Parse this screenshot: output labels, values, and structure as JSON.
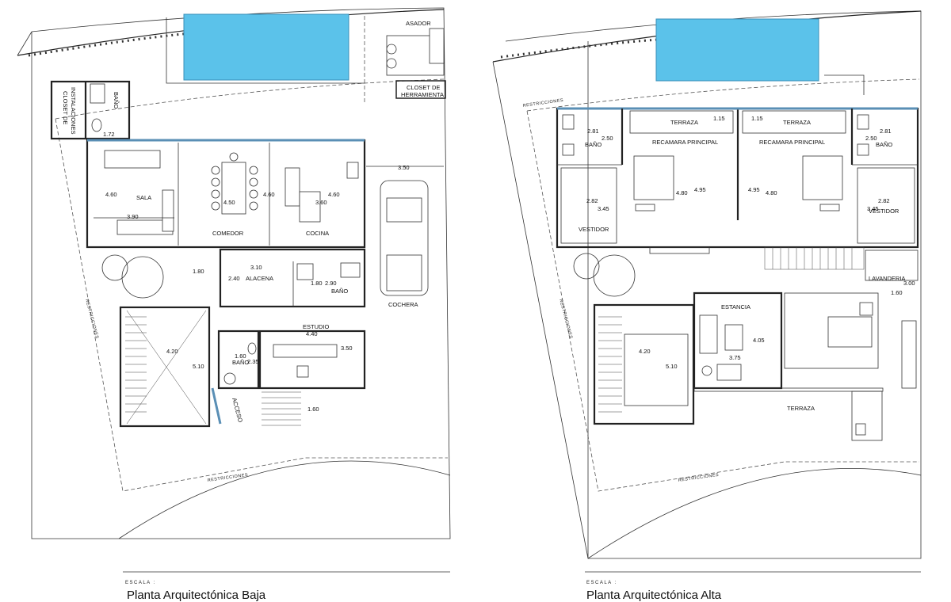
{
  "plans": [
    {
      "title": "Planta Arquitectónica Baja",
      "escala": "ESCALA :",
      "labels": {
        "asador": "ASADOR",
        "closet_herramienta_1": "CLOSET DE",
        "closet_herramienta_2": "HERRAMIENTA",
        "bano_top": "BAÑO",
        "closet_inst_1": "CLOSET DE",
        "closet_inst_2": "INSTALACIONES",
        "sala": "SALA",
        "comedor": "COMEDOR",
        "cocina": "COCINA",
        "alacena": "ALACENA",
        "bano_mid": "BAÑO",
        "cochera": "COCHERA",
        "estudio": "ESTUDIO",
        "bano_low": "BAÑO",
        "acceso": "ACCESO",
        "restricciones_left": "RESTRICCIONES",
        "restricciones_bottom": "RESTRICCIONES"
      },
      "dims": {
        "d172": "1.72",
        "d460a": "4.60",
        "d390": "3.90",
        "d450": "4.50",
        "d460b": "4.60",
        "d360": "3.60",
        "d460c": "4.60",
        "d350a": "3.50",
        "d180a": "1.80",
        "d310": "3.10",
        "d240": "2.40",
        "d180b": "1.80",
        "d290": "2.90",
        "d420": "4.20",
        "d510": "5.10",
        "d440": "4.40",
        "d350b": "3.50",
        "d160a": "1.60",
        "d235": "2.35",
        "d160b": "1.60"
      }
    },
    {
      "title": "Planta Arquitectónica Alta",
      "escala": "ESCALA :",
      "labels": {
        "restricciones_top": "RESTRICCIONES",
        "terraza_l": "TERRAZA",
        "terraza_r": "TERRAZA",
        "bano_l": "BAÑO",
        "bano_r": "BAÑO",
        "recamara_l": "RECAMARA PRINCIPAL",
        "recamara_r": "RECAMARA PRINCIPAL",
        "vestidor_l": "VESTIDOR",
        "vestidor_r": "VESTIDOR",
        "lavanderia": "LAVANDERIA",
        "estancia": "ESTANCIA",
        "terraza_bottom": "TERRAZA",
        "restricciones_left": "RESTRICCIONES",
        "restricciones_bottom": "RESTRICCIONES"
      },
      "dims": {
        "d115a": "1.15",
        "d115b": "1.15",
        "d281a": "2.81",
        "d250a": "2.50",
        "d281b": "2.81",
        "d250b": "2.50",
        "d480a": "4.80",
        "d495a": "4.95",
        "d495b": "4.95",
        "d480b": "4.80",
        "d282a": "2.82",
        "d345a": "3.45",
        "d282b": "2.82",
        "d345b": "3.45",
        "d300": "3.00",
        "d160": "1.60",
        "d420": "4.20",
        "d510": "5.10",
        "d405": "4.05",
        "d375": "3.75"
      }
    }
  ]
}
